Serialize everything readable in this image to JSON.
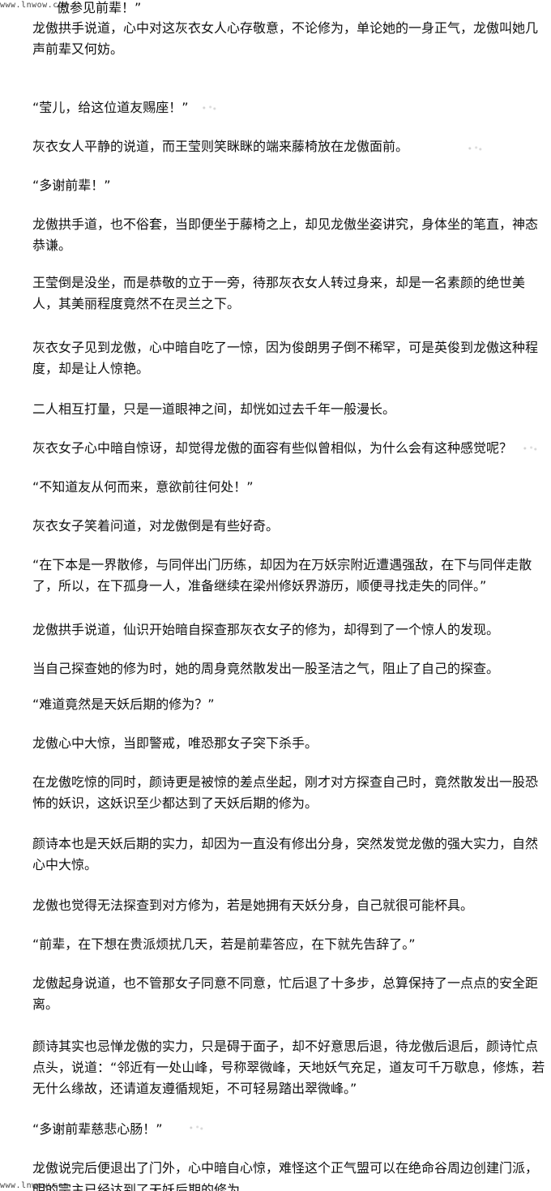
{
  "watermark": {
    "top": "www.lnwow.com",
    "bottom": "www.lnwow.com"
  },
  "paragraphs": [
    "龙傲拱手说道，心中对这灰衣女人心存敬意，不论修为，单论她的一身正气，龙傲叫她几声前辈又何妨。",
    "“莹儿，给这位道友赐座！”",
    "灰衣女人平静的说道，而王莹则笑眯眯的端来藤椅放在龙傲面前。",
    "“多谢前辈！”",
    "龙傲拱手道，也不俗套，当即便坐于藤椅之上，却见龙傲坐姿讲究，身体坐的笔直，神态恭谦。",
    "王莹倒是没坐，而是恭敬的立于一旁，待那灰衣女人转过身来，却是一名素颜的绝世美人，其美丽程度竟然不在灵兰之下。",
    "灰衣女子见到龙傲，心中暗自吃了一惊，因为俊朗男子倒不稀罕，可是英俊到龙傲这种程度，却是让人惊艳。",
    "二人相互打量，只是一道眼神之间，却恍如过去千年一般漫长。",
    "灰衣女子心中暗自惊讶，却觉得龙傲的面容有些似曾相似，为什么会有这种感觉呢？",
    "“不知道友从何而来，意欲前往何处！”",
    "灰衣女子笑着问道，对龙傲倒是有些好奇。",
    "“在下本是一界散修，与同伴出门历练，却因为在万妖宗附近遭遇强敌，在下与同伴走散了，所以，在下孤身一人，准备继续在梁州修妖界游历，顺便寻找走失的同伴。”",
    "龙傲拱手说道，仙识开始暗自探查那灰衣女子的修为，却得到了一个惊人的发现。",
    "当自己探查她的修为时，她的周身竟然散发出一股圣洁之气，阻止了自己的探查。",
    "“难道竟然是天妖后期的修为？”",
    "龙傲心中大惊，当即警戒，唯恐那女子突下杀手。",
    "在龙傲吃惊的同时，颜诗更是被惊的差点坐起，刚才对方探查自己时，竟然散发出一股恐怖的妖识，这妖识至少都达到了天妖后期的修为。",
    "颜诗本也是天妖后期的实力，却因为一直没有修出分身，突然发觉龙傲的强大实力，自然心中大惊。",
    "龙傲也觉得无法探查到对方修为，若是她拥有天妖分身，自己就很可能杯具。",
    "“前辈，在下想在贵派烦扰几天，若是前辈答应，在下就先告辞了。”",
    "龙傲起身说道，也不管那女子同意不同意，忙后退了十多步，总算保持了一点点的安全距离。",
    "颜诗其实也忌惮龙傲的实力，只是碍于面子，却不好意思后退，待龙傲后退后，颜诗忙点点头，说道：“邻近有一处山峰，号称翠微峰，天地妖气充足，道友可千万歇息，修炼，若无什么缘故，还请道友遵循规矩，不可轻易踏出翠微峰。”",
    "“多谢前辈慈悲心肠！”",
    "龙傲说完后便退出了门外，心中暗自心惊，难怪这个正气盟可以在绝命谷周边创建门派，"
  ],
  "first_line": "傲参见前辈！”",
  "last_partial": "明的宗主已经达到了天妖后期的修为"
}
